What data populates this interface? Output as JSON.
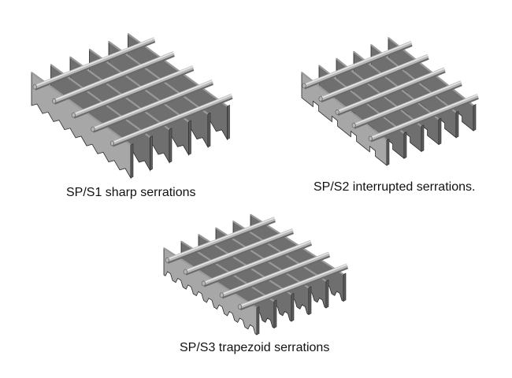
{
  "colors": {
    "background": "#ffffff",
    "bar_side": "#6f6f6f",
    "bar_side_dark": "#5c5c5c",
    "bar_top": "#9a9a9a",
    "bar_outline": "#2a2a2a",
    "back_panel": "#a7a7a7",
    "rod_light": "#e8e8e8",
    "rod_mid": "#b8b8b8",
    "rod_dark": "#6a6a6a"
  },
  "panels": [
    {
      "id": "sp-s1",
      "caption": "SP/S1 sharp serrations",
      "serration": "sharp"
    },
    {
      "id": "sp-s2",
      "caption": "SP/S2 interrupted serrations.",
      "serration": "interrupted"
    },
    {
      "id": "sp-s3",
      "caption": "SP/S3 trapezoid serrations",
      "serration": "trapezoid"
    }
  ]
}
